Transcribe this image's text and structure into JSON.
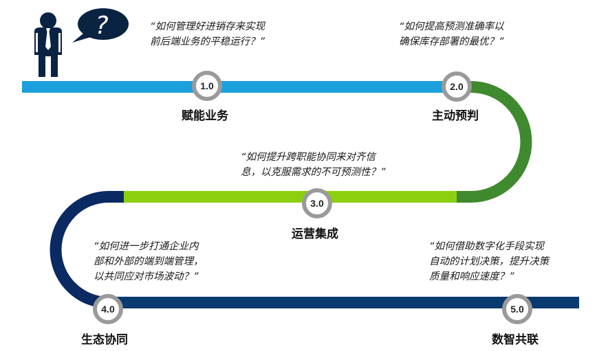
{
  "colors": {
    "step1": "#1aa0dc",
    "step2": "#3f8a2e",
    "step3": "#8ccf0e",
    "step4": "#0b2a63",
    "step5": "#0b3a6e",
    "node_ring": "#9a9a9a",
    "person": "#0b2343",
    "bubble": "#0b2343"
  },
  "icons": {
    "person": "businessman-icon",
    "bubble": "question-speech-bubble-icon"
  },
  "bubble_text": "?",
  "steps": [
    {
      "number": "1.0",
      "label": "赋能业务",
      "question": "“如何管理好进销存来实现\n前后端业务的平稳运行？”"
    },
    {
      "number": "2.0",
      "label": "主动预判",
      "question": "“如何提高预测准确率以\n确保库存部署的最优？”"
    },
    {
      "number": "3.0",
      "label": "运营集成",
      "question": "“如何提升跨职能协同来对齐信\n息，以克服需求的不可预测性？”"
    },
    {
      "number": "4.0",
      "label": "生态协同",
      "question": "“如何进一步打通企业内\n部和外部的端到端管理，\n以共同应对市场波动？”"
    },
    {
      "number": "5.0",
      "label": "数智共联",
      "question": "“如何借助数字化手段实现\n自动的计划决策，提升决策\n质量和响应速度？”"
    }
  ]
}
